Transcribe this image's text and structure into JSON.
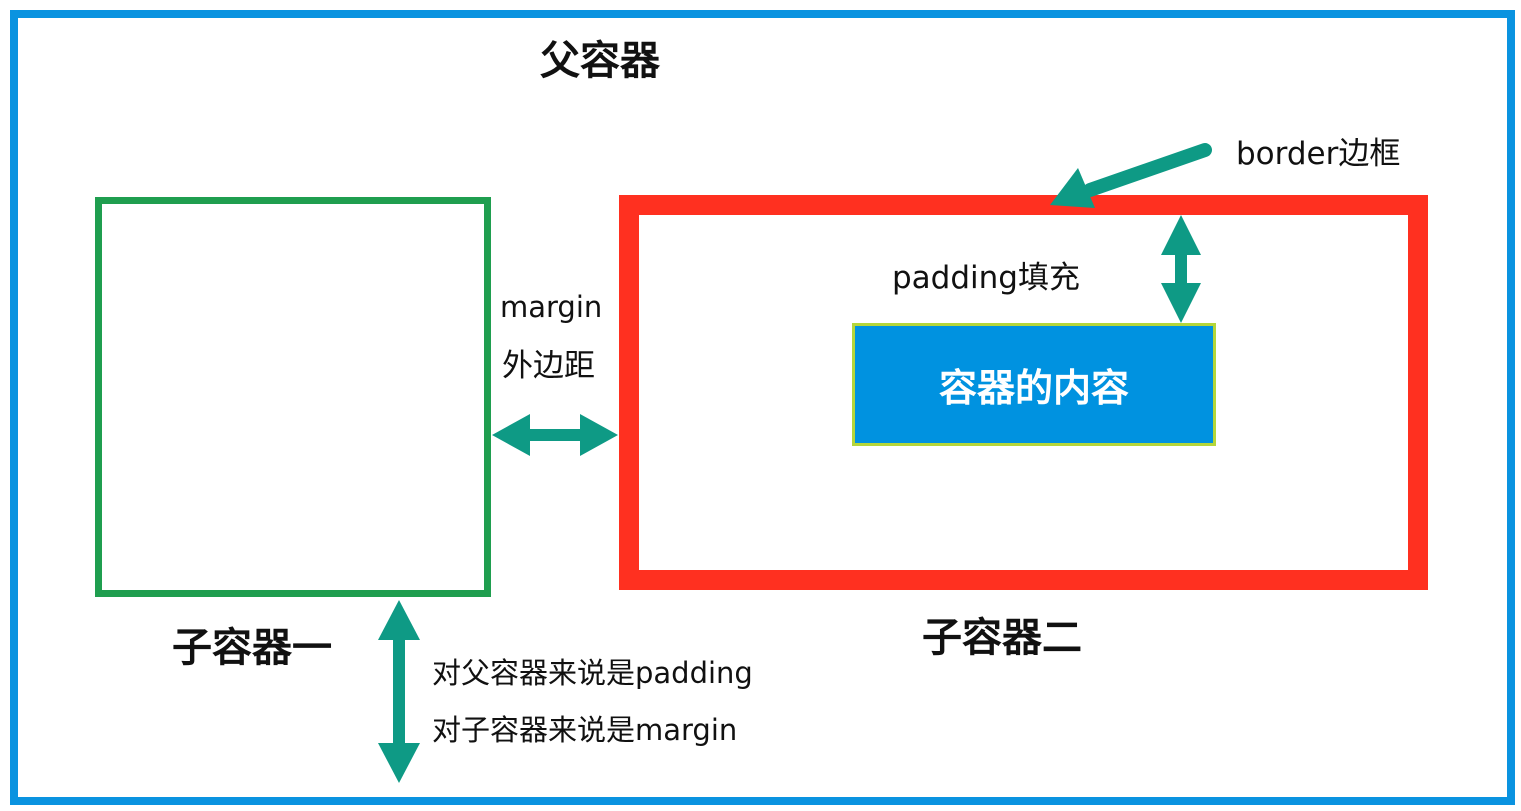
{
  "parent_label": "父容器",
  "child1_label": "子容器一",
  "child2_label": "子容器二",
  "content_label": "容器的内容",
  "border_label": "border边框",
  "padding_label": "padding填充",
  "margin_label_en": "margin",
  "margin_label_cn": "外边距",
  "note_line1": "对父容器来说是padding",
  "note_line2": "对子容器来说是margin",
  "colors": {
    "parent": "#0a93e0",
    "child1": "#1f9e4f",
    "child2": "#ff3020",
    "content": "#0092e0",
    "arrow": "#0e9a85"
  }
}
